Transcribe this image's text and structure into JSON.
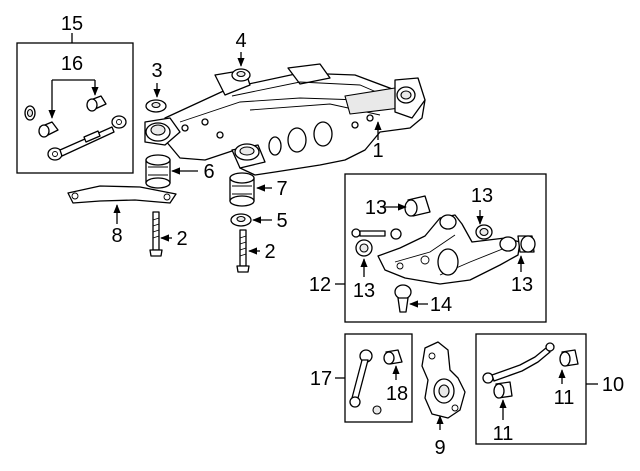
{
  "callouts": {
    "c1": "1",
    "c2a": "2",
    "c2b": "2",
    "c3": "3",
    "c4": "4",
    "c5": "5",
    "c6": "6",
    "c7": "7",
    "c8": "8",
    "c9": "9",
    "c10": "10",
    "c11a": "11",
    "c11b": "11",
    "c12": "12",
    "c13a": "13",
    "c13b": "13",
    "c13c": "13",
    "c13d": "13",
    "c14": "14",
    "c15": "15",
    "c16": "16",
    "c17": "17",
    "c18": "18"
  }
}
